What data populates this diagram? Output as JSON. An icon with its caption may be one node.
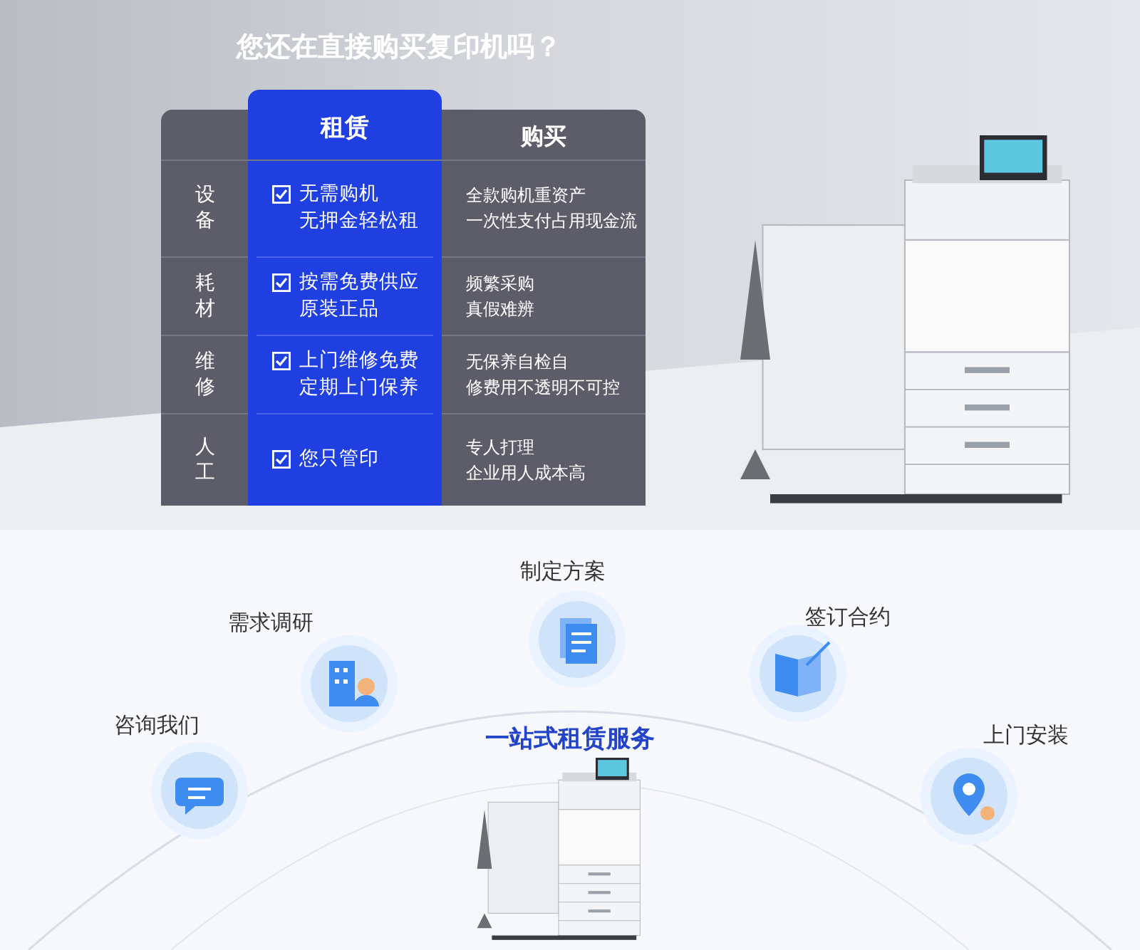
{
  "diagram": {
    "title": "您还在直接购买复印机吗？",
    "nodes": [
      {
        "text": [
          "咨询我们"
        ]
      },
      {
        "text": [
          "需求调研"
        ]
      },
      {
        "text": [
          "制定方案"
        ]
      },
      {
        "text": [
          "签订合约"
        ]
      },
      {
        "text": [
          "上门安装"
        ]
      }
    ],
    "labels": [
      "租赁",
      "购买",
      "设备",
      "无需购机无押金轻松租",
      "全款购机重资产一次性支付占用现金流",
      "耗材",
      "按需免费供应原装正品",
      "频繁采购真假难辨",
      "维修",
      "上门维修免费定期上门保养",
      "无保养自检自修费用不透明不可控",
      "人工",
      "您只管印",
      "专人打理企业用人成本高",
      "一站式租赁服务"
    ]
  }
}
